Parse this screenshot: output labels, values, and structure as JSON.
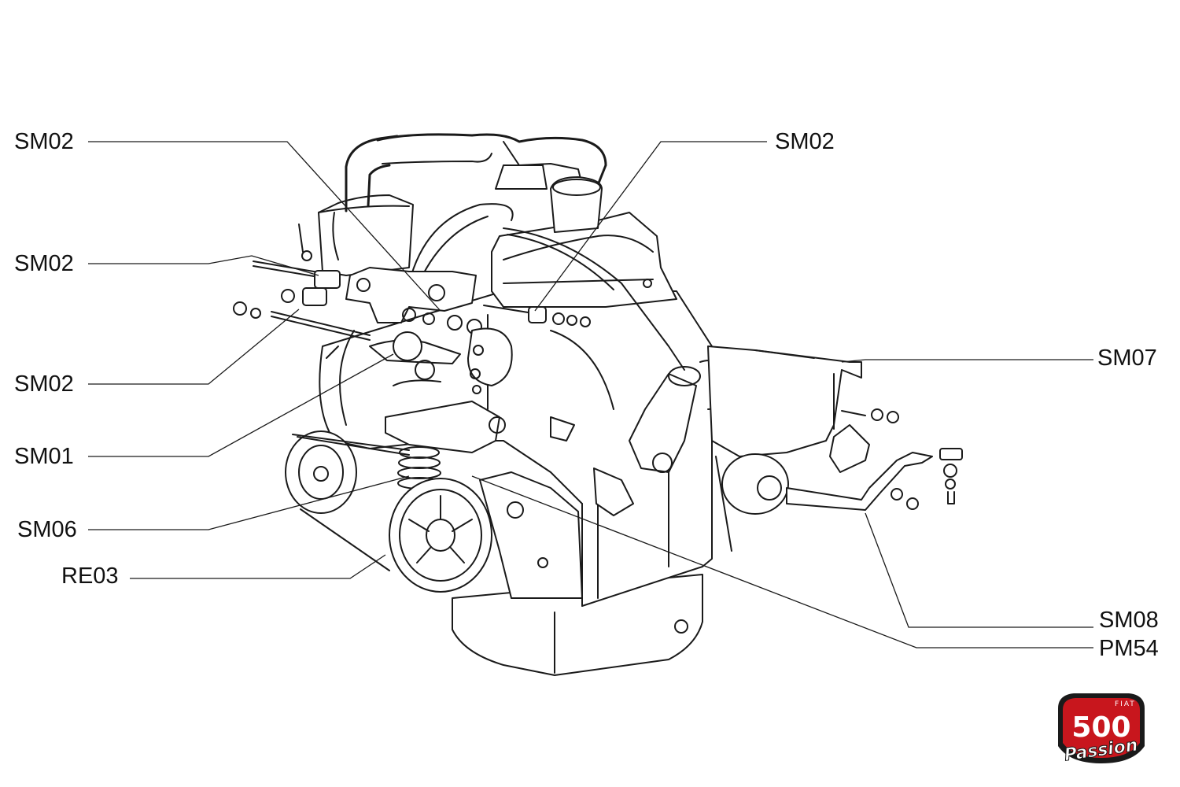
{
  "diagram": {
    "subject": "Engine and transmission exploded view"
  },
  "callouts": [
    {
      "id": "left-1",
      "code": "SM02"
    },
    {
      "id": "left-2",
      "code": "SM02"
    },
    {
      "id": "left-3",
      "code": "SM02"
    },
    {
      "id": "left-4",
      "code": "SM01"
    },
    {
      "id": "left-5",
      "code": "SM06"
    },
    {
      "id": "left-6",
      "code": "RE03"
    },
    {
      "id": "top-right",
      "code": "SM02"
    },
    {
      "id": "right-1",
      "code": "SM07"
    },
    {
      "id": "right-2",
      "code": "SM08"
    },
    {
      "id": "right-3",
      "code": "PM54"
    }
  ],
  "logo": {
    "brand": "FIAT",
    "model": "500",
    "tagline": "Passion",
    "color": "#c8161d"
  },
  "colors": {
    "line": "#1a1a1a",
    "background": "#ffffff"
  }
}
